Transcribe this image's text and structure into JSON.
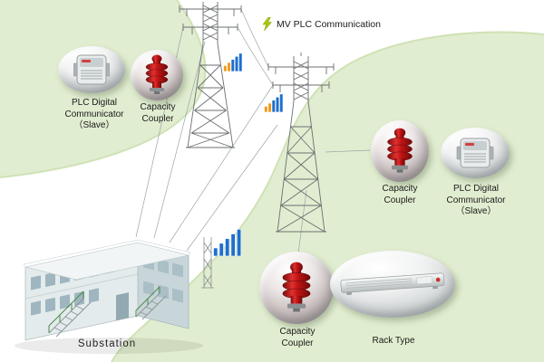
{
  "title": "MV PLC Communication",
  "labels": {
    "plc_left": [
      "PLC Digital",
      "Communicator",
      "（Slave）"
    ],
    "coupler_left": [
      "Capacity",
      "Coupler"
    ],
    "coupler_right": [
      "Capacity",
      "Coupler"
    ],
    "plc_right": [
      "PLC Digital",
      "Communicator",
      "（Slave）"
    ],
    "coupler_bottom": [
      "Capacity",
      "Coupler"
    ],
    "rack": [
      "Rack Type"
    ],
    "substation": "Substation"
  },
  "colors": {
    "swoosh_green": "#e1edd0",
    "swoosh_edge_green": "#cfe2b5",
    "coupler_red": "#c01414",
    "signal_blue": "#1e6fce",
    "signal_orange": "#f2991c",
    "lightning_green": "#a8c80a"
  }
}
